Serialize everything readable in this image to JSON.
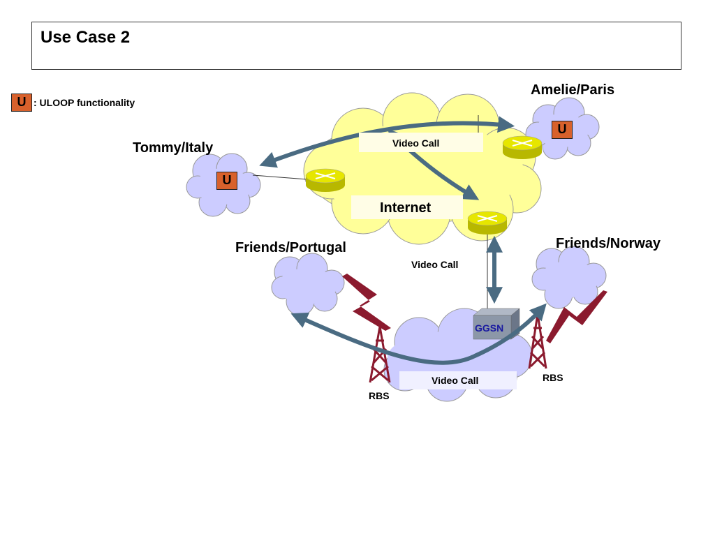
{
  "slide": {
    "title": "Use Case 2"
  },
  "legend": {
    "u_symbol": "U",
    "text": ": ULOOP functionality"
  },
  "sites": {
    "amelie": "Amelie/Paris",
    "tommy": "Tommy/Italy",
    "friends_portugal": "Friends/Portugal",
    "friends_norway": "Friends/Norway"
  },
  "network": {
    "internet": "Internet",
    "ggsn": "GGSN",
    "rbs_left": "RBS",
    "rbs_right": "RBS",
    "video_call_top": "Video Call",
    "video_call_middle": "Video Call",
    "video_call_bottom": "Video Call"
  },
  "u_markers": {
    "paris": "U",
    "italy": "U"
  },
  "colors": {
    "internet_cloud": "#ffff99",
    "user_cloud": "#ccccff",
    "router": "#e6e600",
    "arrow": "#4a6b82",
    "lightning": "#8b1a2e",
    "tower": "#8b1a2e",
    "ggsn_box": "#8c97a8",
    "u_box": "#d8612c"
  }
}
